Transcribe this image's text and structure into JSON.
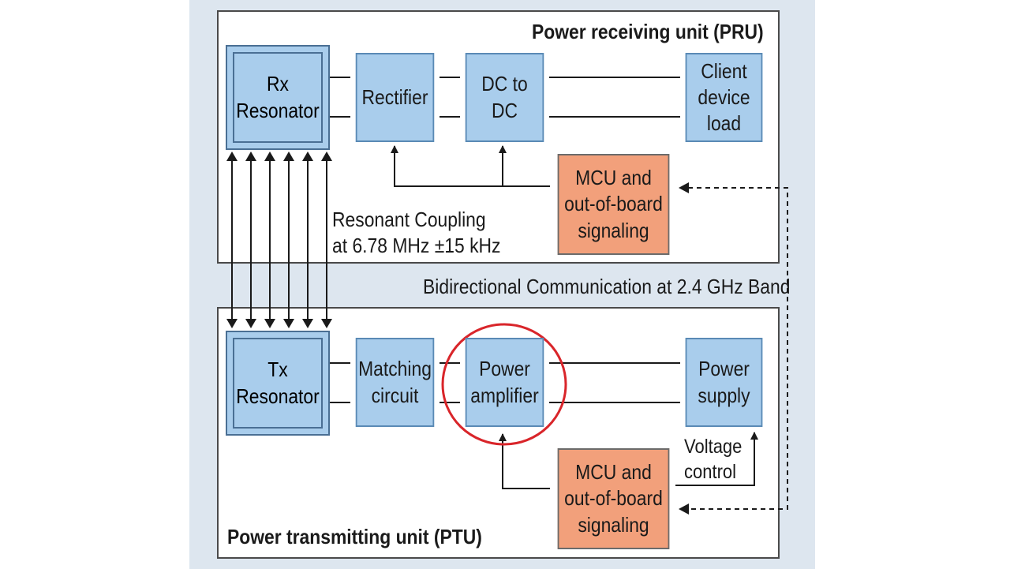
{
  "pru": {
    "title": "Power receiving unit (PRU)",
    "rx_resonator": "Rx\nResonator",
    "rectifier": "Rectifier",
    "dc_to_dc": "DC to DC",
    "client_load": "Client\ndevice\nload",
    "mcu": "MCU and\nout-of-board\nsignaling"
  },
  "coupling": {
    "line1": "Resonant Coupling",
    "line2": "at 6.78 MHz ±15 kHz"
  },
  "communication": "Bidirectional Communication at 2.4 GHz Band",
  "ptu": {
    "title": "Power transmitting unit (PTU)",
    "tx_resonator": "Tx\nResonator",
    "matching": "Matching\ncircuit",
    "power_amp": "Power\namplifier",
    "power_supply": "Power\nsupply",
    "voltage_control": "Voltage\ncontrol",
    "mcu": "MCU and\nout-of-board\nsignaling"
  },
  "colors": {
    "block_blue": "#a9cdec",
    "block_orange": "#f2a07b",
    "highlight_circle": "#d9252a",
    "background": "#dde6ef"
  }
}
